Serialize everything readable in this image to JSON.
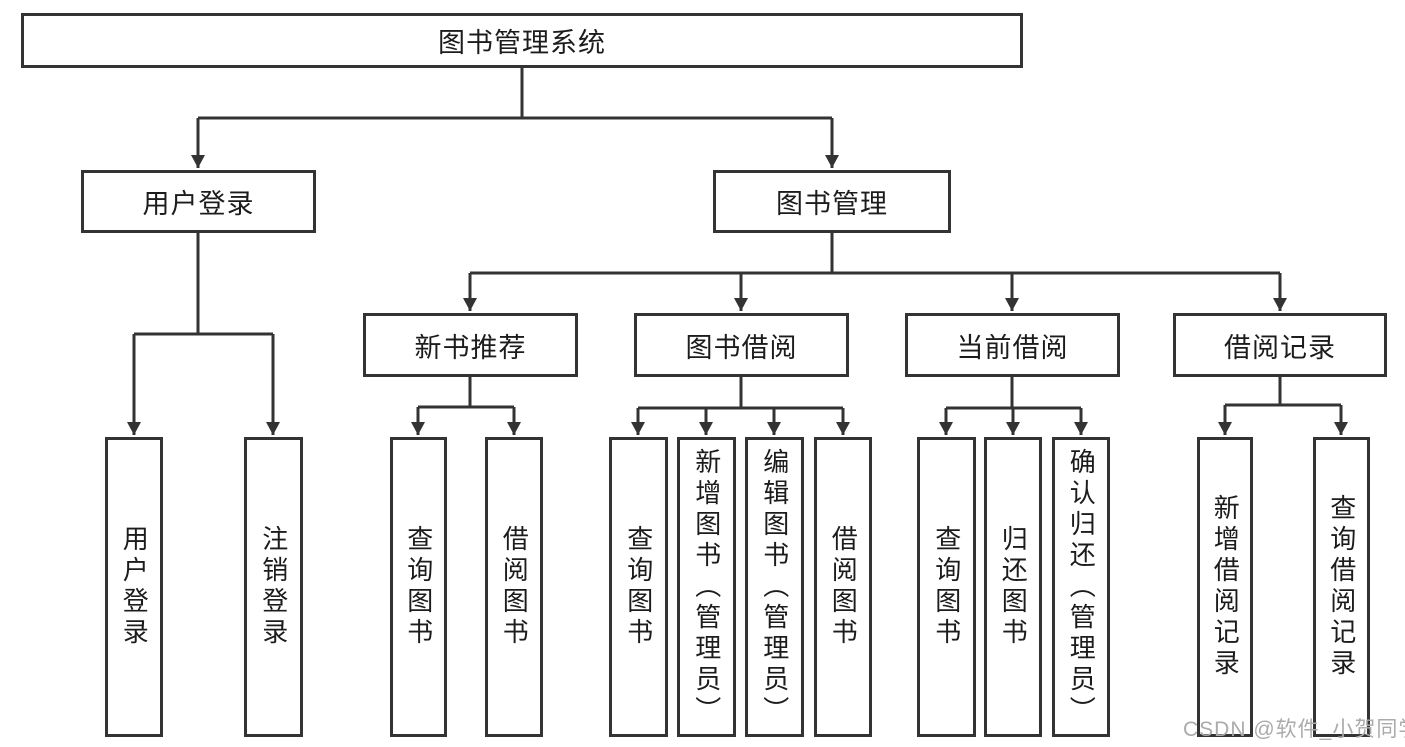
{
  "tree": {
    "root": {
      "label": "图书管理系统"
    },
    "level2": [
      {
        "label": "用户登录",
        "leaves": [
          {
            "label": "用户登录"
          },
          {
            "label": "注销登录"
          }
        ]
      },
      {
        "label": "图书管理",
        "groups": [
          {
            "label": "新书推荐",
            "leaves": [
              {
                "label": "查询图书"
              },
              {
                "label": "借阅图书"
              }
            ]
          },
          {
            "label": "图书借阅",
            "leaves": [
              {
                "label": "查询图书"
              },
              {
                "label": "新增图书（管理员）"
              },
              {
                "label": "编辑图书（管理员）"
              },
              {
                "label": "借阅图书"
              }
            ]
          },
          {
            "label": "当前借阅",
            "leaves": [
              {
                "label": "查询图书"
              },
              {
                "label": "归还图书"
              },
              {
                "label": "确认归还（管理员）"
              }
            ]
          },
          {
            "label": "借阅记录",
            "leaves": [
              {
                "label": "新增借阅记录"
              },
              {
                "label": "查询借阅记录"
              }
            ]
          }
        ]
      }
    ]
  },
  "watermark": {
    "text": "CSDN @软件_小贺同学"
  },
  "colors": {
    "line": "#333333",
    "box_border": "#333333",
    "text": "#1c1c1c",
    "watermark": "#ababab",
    "background": "#ffffff"
  }
}
